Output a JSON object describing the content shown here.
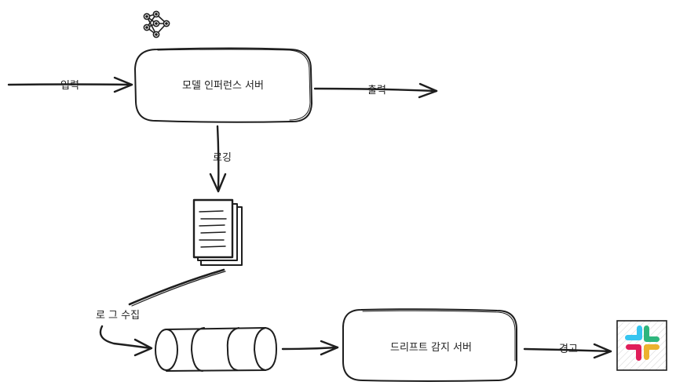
{
  "nodes": {
    "inference_server": {
      "label": "모델 인퍼런스 서버",
      "icon": "neural-network-icon"
    },
    "log_file": {
      "icon": "document-stack-icon"
    },
    "log_queue": {
      "icon": "pipe-queue-icon"
    },
    "drift_server": {
      "label": "드리프트 감지 서버"
    },
    "alert_target": {
      "icon": "slack-logo-icon"
    }
  },
  "edges": {
    "input": {
      "label": "입력"
    },
    "output": {
      "label": "출력"
    },
    "logging": {
      "label": "로깅"
    },
    "log_collect": {
      "label": "로 그 수집"
    },
    "alert": {
      "label": "경고"
    }
  },
  "colors": {
    "stroke": "#1e1e1e",
    "slack_blue": "#36c5f0",
    "slack_green": "#2eb67d",
    "slack_yellow": "#ecb22e",
    "slack_red": "#e01e5a"
  }
}
